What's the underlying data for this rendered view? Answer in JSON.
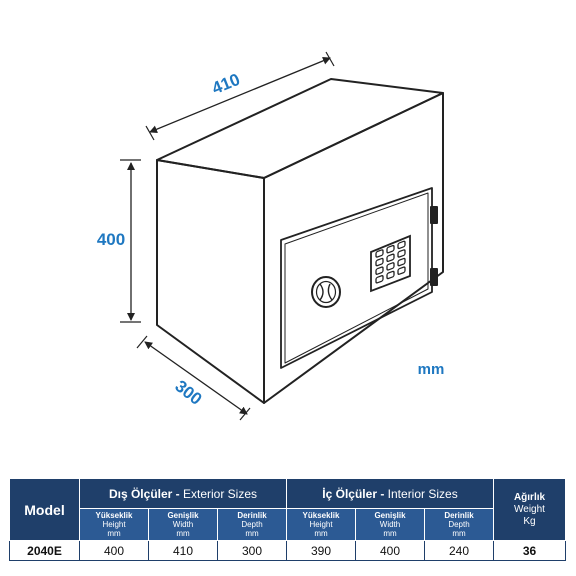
{
  "dimensions": {
    "width_label": "410",
    "height_label": "400",
    "depth_label": "300",
    "unit_label": "mm"
  },
  "colors": {
    "accent": "#1f78c1",
    "table_header": "#1f3f6a",
    "table_subheader": "#2c5a94",
    "outline": "#222222"
  },
  "table": {
    "model_header": "Model",
    "exterior": {
      "tr": "Dış Ölçüler",
      "sep": " - ",
      "en": "Exterior Sizes"
    },
    "interior": {
      "tr": "İç Ölçüler",
      "sep": " - ",
      "en": "Interior Sizes"
    },
    "weight": {
      "tr": "Ağırlık",
      "en": "Weight",
      "unit": "Kg"
    },
    "subheaders": [
      {
        "tr": "Yükseklik",
        "en": "Height",
        "unit": "mm"
      },
      {
        "tr": "Genişlik",
        "en": "Width",
        "unit": "mm"
      },
      {
        "tr": "Derinlik",
        "en": "Depth",
        "unit": "mm"
      },
      {
        "tr": "Yükseklik",
        "en": "Height",
        "unit": "mm"
      },
      {
        "tr": "Genişlik",
        "en": "Width",
        "unit": "mm"
      },
      {
        "tr": "Derinlik",
        "en": "Depth",
        "unit": "mm"
      }
    ],
    "row": {
      "model": "2040E",
      "values": [
        "400",
        "410",
        "300",
        "390",
        "400",
        "240"
      ],
      "weight": "36"
    }
  }
}
